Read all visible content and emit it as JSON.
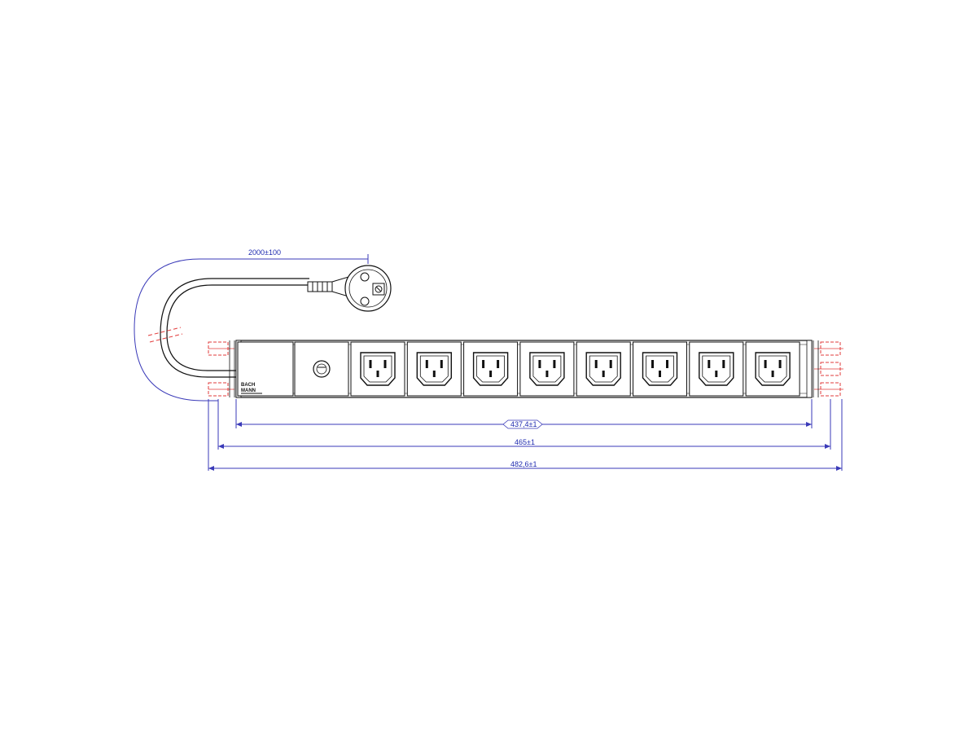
{
  "drawing": {
    "cable_length_label": "2000±100",
    "dim_profile_label": "437,4±1",
    "dim_mount_label": "465±1",
    "dim_total_label": "482,6±1",
    "brand_line1": "BACH",
    "brand_line2": "MANN",
    "outlet_count": 8,
    "colors": {
      "dimension": "#1f2bb0",
      "outline": "#111111",
      "rack_ear": "#e23b3b"
    }
  }
}
